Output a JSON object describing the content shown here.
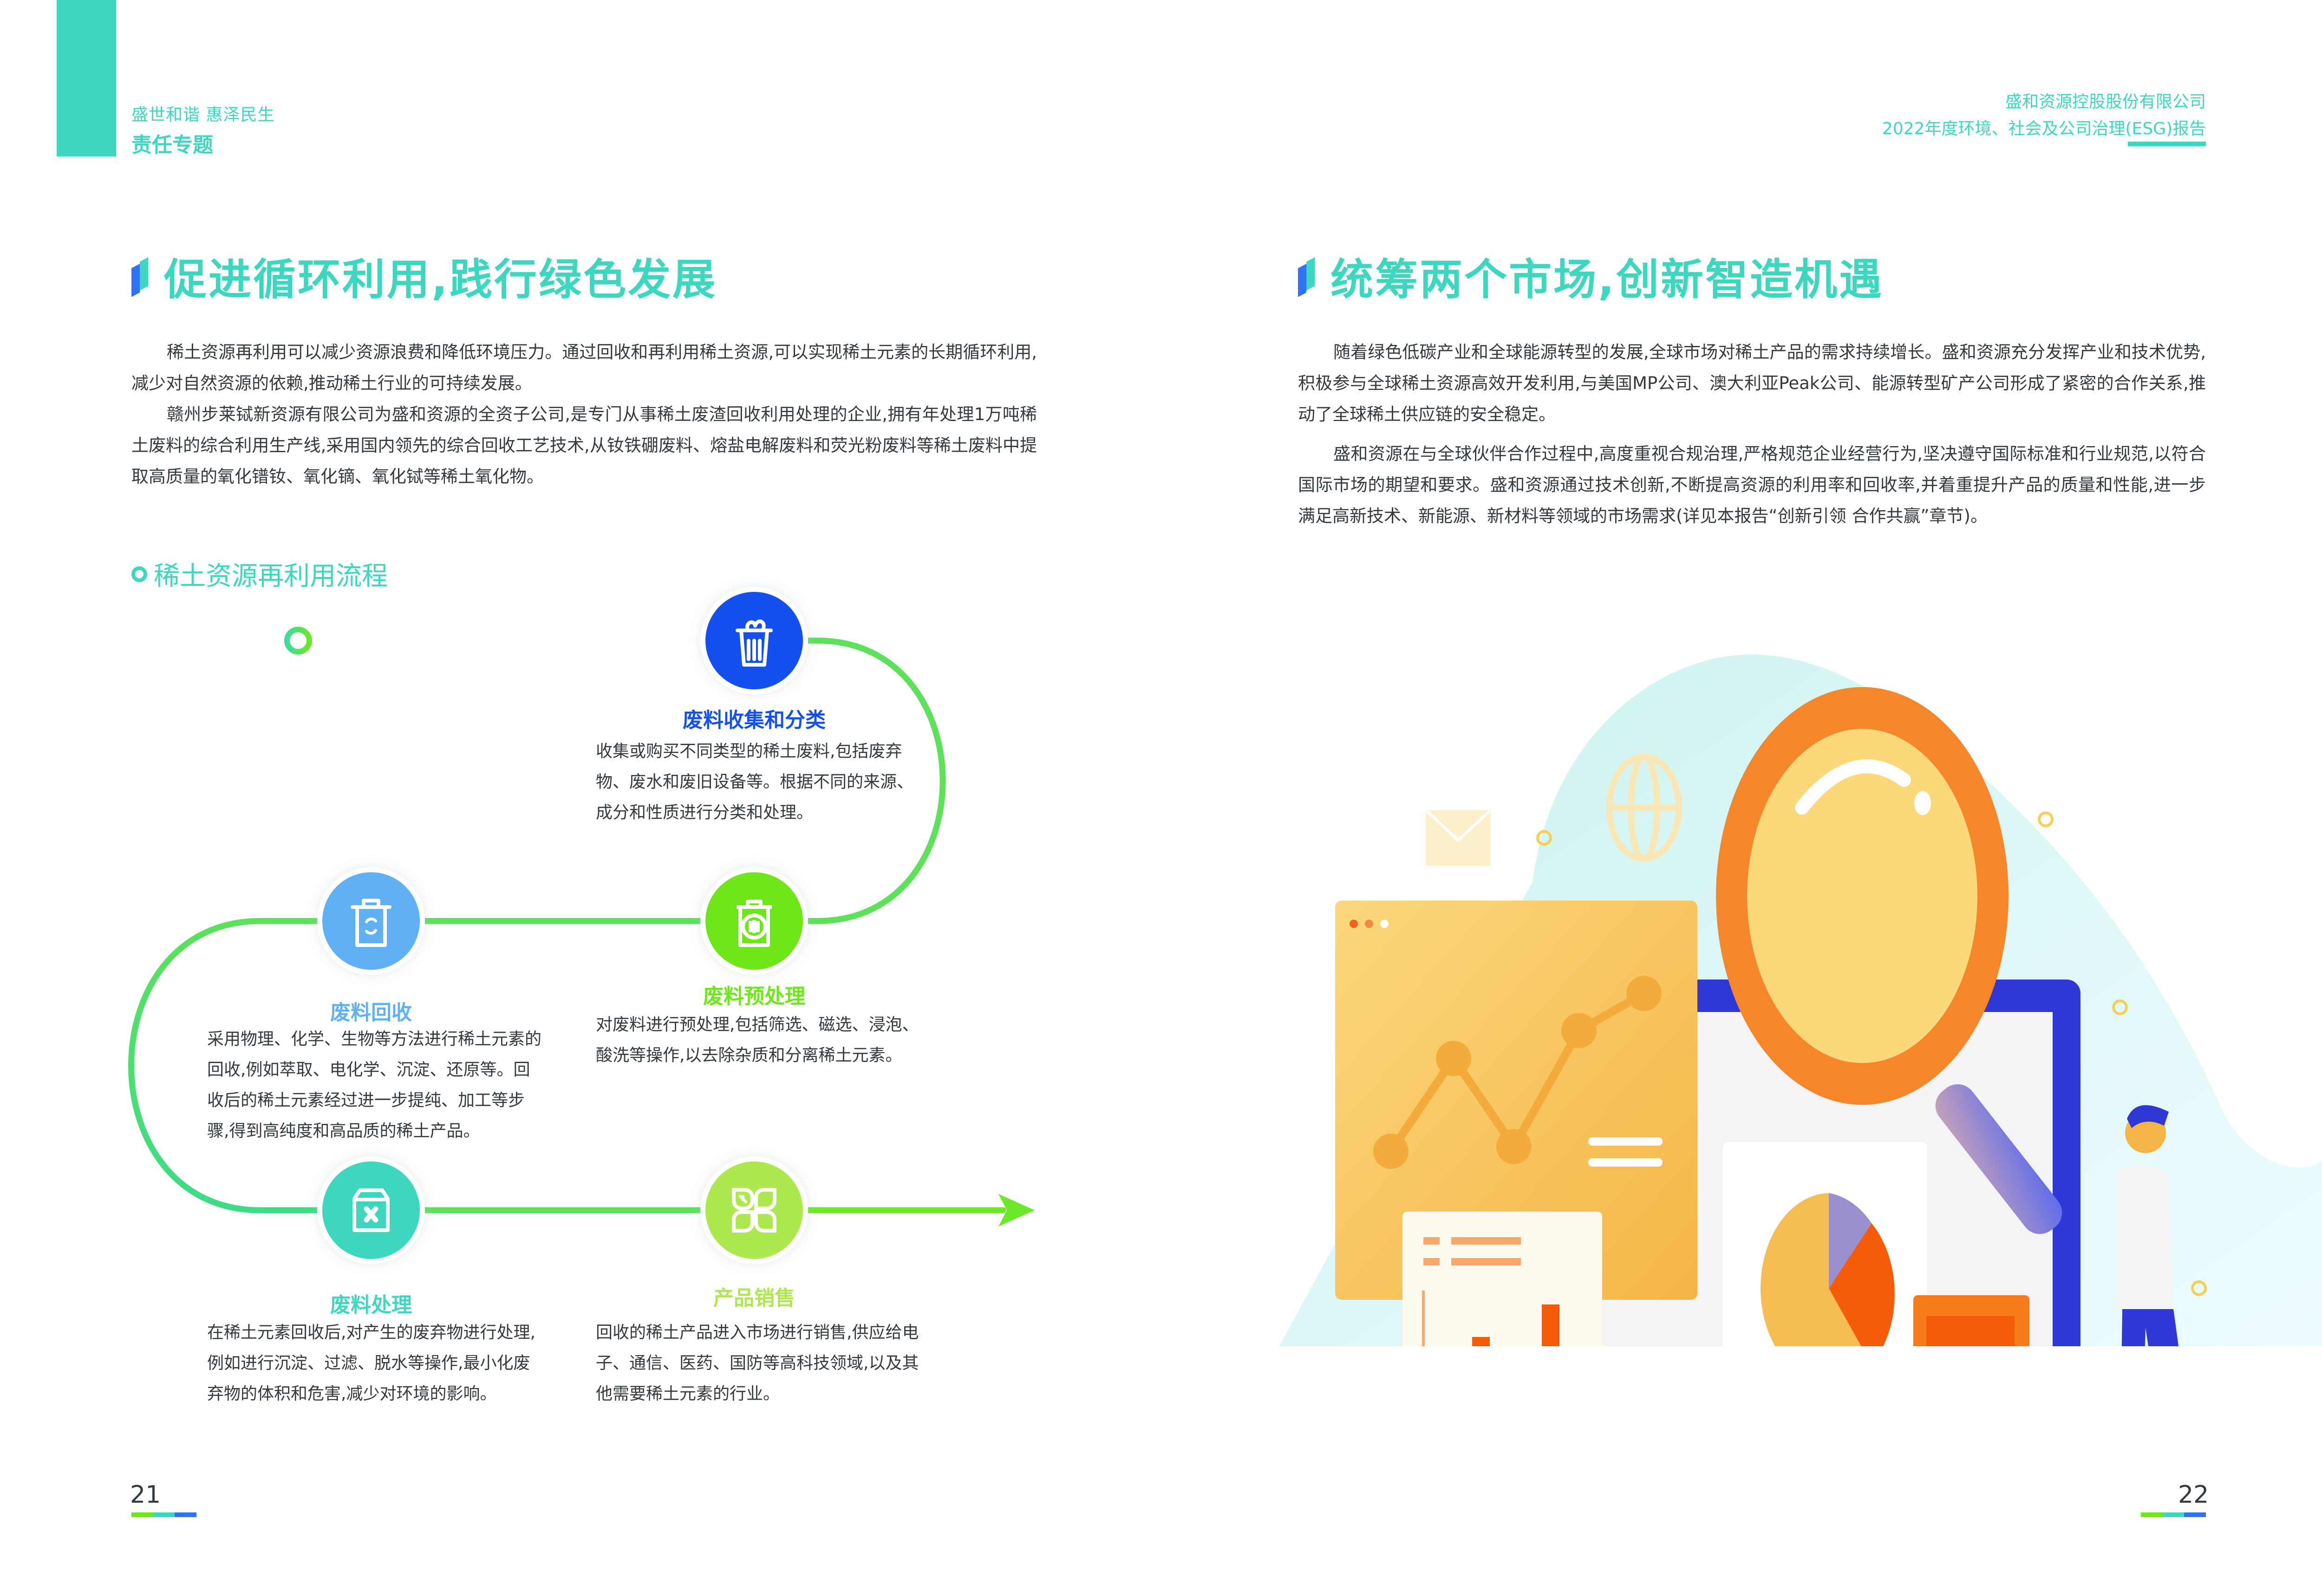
{
  "header": {
    "left_subtitle": "盛世和谐 惠泽民生",
    "left_title": "责任专题",
    "right_company": "盛和资源控股股份有限公司",
    "right_report": "2022年度环境、社会及公司治理(ESG)报告"
  },
  "left_page": {
    "section_title": "促进循环利用,践行绿色发展",
    "paragraphs": [
      "稀土资源再利用可以减少资源浪费和降低环境压力。通过回收和再利用稀土资源,可以实现稀土元素的长期循环利用,减少对自然资源的依赖,推动稀土行业的可持续发展。",
      "赣州步莱铽新资源有限公司为盛和资源的全资子公司,是专门从事稀土废渣回收利用处理的企业,拥有年处理1万吨稀土废料的综合利用生产线,采用国内领先的综合回收工艺技术,从钕铁硼废料、熔盐电解废料和荧光粉废料等稀土废料中提取高质量的氧化镨钕、氧化镝、氧化铽等稀土氧化物。"
    ],
    "flow": {
      "title": "稀土资源再利用流程",
      "steps": [
        {
          "label": "废料收集和分类",
          "icon": "trash-bin-full-icon",
          "color": "#1450f0",
          "description": "收集或购买不同类型的稀土废料,包括废弃物、废水和废旧设备等。根据不同的来源、成分和性质进行分类和处理。"
        },
        {
          "label": "废料预处理",
          "icon": "trash-bin-filter-icon",
          "color": "#6fe61a",
          "description": "对废料进行预处理,包括筛选、磁选、浸泡、酸洗等操作,以去除杂质和分离稀土元素。"
        },
        {
          "label": "废料回收",
          "icon": "trash-bin-recycle-icon",
          "color": "#5fb0f5",
          "description": "采用物理、化学、生物等方法进行稀土元素的回收,例如萃取、电化学、沉淀、还原等。回收后的稀土元素经过进一步提纯、加工等步骤,得到高纯度和高品质的稀土产品。"
        },
        {
          "label": "废料处理",
          "icon": "box-cross-icon",
          "color": "#3dd6bf",
          "description": "在稀土元素回收后,对产生的废弃物进行处理,例如进行沉淀、过滤、脱水等操作,最小化废弃物的体积和危害,减少对环境的影响。"
        },
        {
          "label": "产品销售",
          "icon": "product-grid-icon",
          "color": "#aee84f",
          "description": "回收的稀土产品进入市场进行销售,供应给电子、通信、医药、国防等高科技领域,以及其他需要稀土元素的行业。"
        }
      ]
    },
    "page_number": "21"
  },
  "right_page": {
    "section_title": "统筹两个市场,创新智造机遇",
    "paragraphs": [
      "随着绿色低碳产业和全球能源转型的发展,全球市场对稀土产品的需求持续增长。盛和资源充分发挥产业和技术优势,积极参与全球稀土资源高效开发利用,与美国MP公司、澳大利亚Peak公司、能源转型矿产公司形成了紧密的合作关系,推动了全球稀土供应链的安全稳定。",
      "盛和资源在与全球伙伴合作过程中,高度重视合规治理,严格规范企业经营行为,坚决遵守国际标准和行业规范,以符合国际市场的期望和要求。盛和资源通过技术创新,不断提高资源的利用率和回收率,并着重提升产品的质量和性能,进一步满足高新技术、新能源、新材料等领域的市场需求(详见本报告“创新引领 合作共赢”章节)。"
    ],
    "illustration": "data-analysis-magnifier-illustration",
    "page_number": "22"
  },
  "colors": {
    "brand_teal": "#3dd6bf",
    "accent_blue": "#2f72f6",
    "accent_green": "#6fe61a",
    "body_text": "#333a3f"
  }
}
